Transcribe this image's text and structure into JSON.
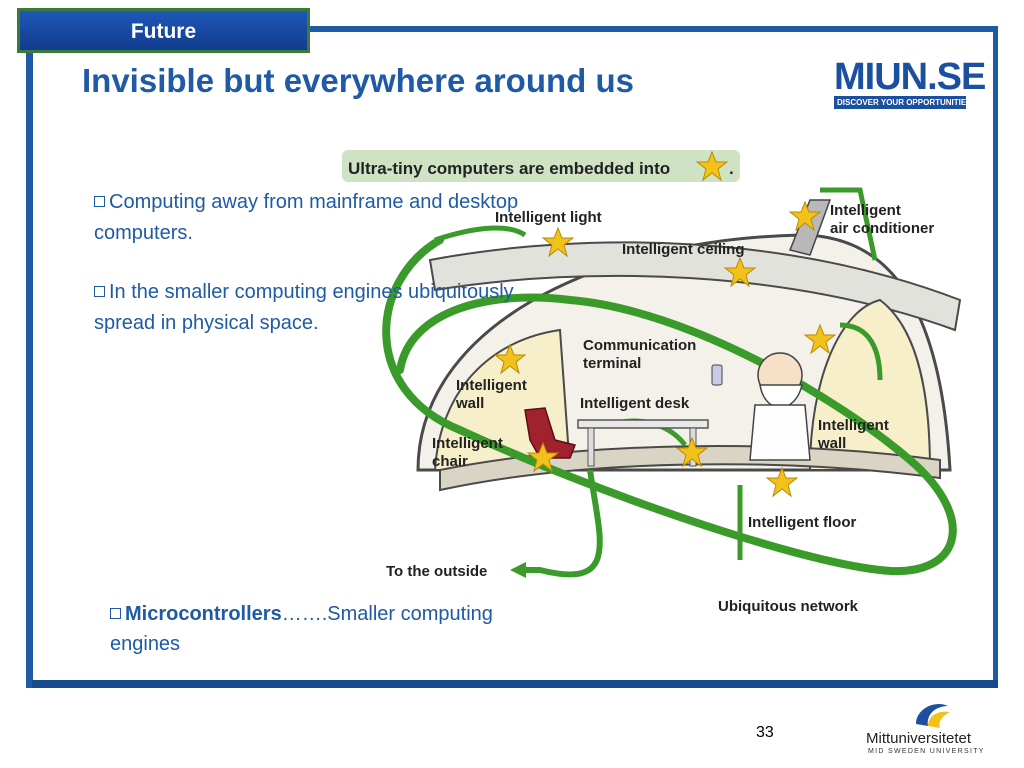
{
  "header": {
    "tab_label": "Future",
    "title": "Invisible but everywhere around us"
  },
  "logo": {
    "main": "MIUN.SE",
    "tagline": "DISCOVER YOUR OPPORTUNITIES"
  },
  "bullets": [
    {
      "text": "Computing away from mainframe and desktop computers."
    },
    {
      "text": "In the smaller computing engines ubiquitously spread in physical space."
    }
  ],
  "micro": {
    "bold": "Microcontrollers",
    "rest": "…….Smaller computing engines"
  },
  "diagram": {
    "banner": "Ultra-tiny computers are embedded into",
    "banner_end": ".",
    "labels": {
      "light": "Intelligent light",
      "ceiling": "Intelligent ceiling",
      "aircon_1": "Intelligent",
      "aircon_2": "air conditioner",
      "comm_1": "Communication",
      "comm_2": "terminal",
      "wall_left_1": "Intelligent",
      "wall_left_2": "wall",
      "desk": "Intelligent desk",
      "wall_right_1": "Intelligent",
      "wall_right_2": "wall",
      "chair_1": "Intelligent",
      "chair_2": "chair",
      "floor": "Intelligent floor",
      "outside": "To the outside",
      "network": "Ubiquitous network"
    },
    "colors": {
      "network_green": "#3a9a2a",
      "star": "#f2c21b",
      "dome_fill": "#efede4",
      "dome_edge": "#4a4a4a"
    }
  },
  "footer": {
    "page_number": "33",
    "university": "Mittuniversitetet",
    "university_sub": "MID SWEDEN UNIVERSITY"
  }
}
